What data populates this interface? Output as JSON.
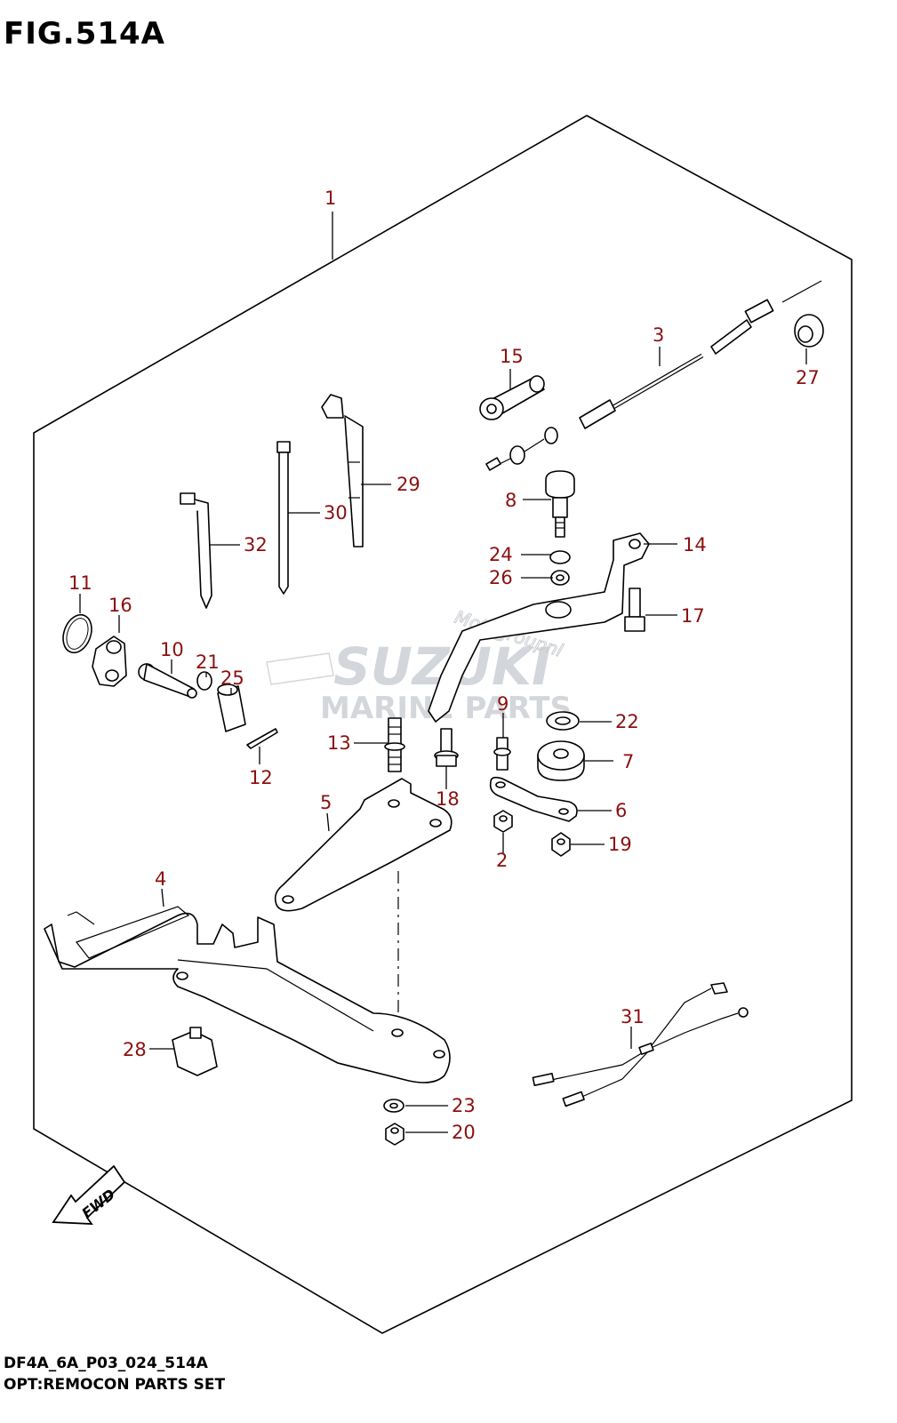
{
  "figure": {
    "title": "FIG.514A",
    "code": "DF4A_6A_P03_024_514A",
    "subtitle": "OPT:REMOCON PARTS SET"
  },
  "watermark": {
    "brand": "SUZUKI",
    "line2": "MARINE PARTS",
    "dealer": "Motogroupnl"
  },
  "direction_label": "FWD",
  "callout_color": "#8b1010",
  "callouts": [
    {
      "num": "1",
      "part": "kit-outline"
    },
    {
      "num": "2",
      "part": "nut"
    },
    {
      "num": "3",
      "part": "remote-cable"
    },
    {
      "num": "4",
      "part": "mounting-bracket"
    },
    {
      "num": "5",
      "part": "triangular-plate"
    },
    {
      "num": "6",
      "part": "link-plate"
    },
    {
      "num": "7",
      "part": "cable-grommet"
    },
    {
      "num": "8",
      "part": "shoulder-bolt"
    },
    {
      "num": "9",
      "part": "stud-bolt"
    },
    {
      "num": "10",
      "part": "pin"
    },
    {
      "num": "11",
      "part": "snap-ring"
    },
    {
      "num": "12",
      "part": "cotter-pin"
    },
    {
      "num": "13",
      "part": "stud"
    },
    {
      "num": "14",
      "part": "cable-bracket"
    },
    {
      "num": "15",
      "part": "cable-end"
    },
    {
      "num": "16",
      "part": "lever"
    },
    {
      "num": "17",
      "part": "bolt"
    },
    {
      "num": "18",
      "part": "flange-bolt"
    },
    {
      "num": "19",
      "part": "nut"
    },
    {
      "num": "20",
      "part": "nut"
    },
    {
      "num": "21",
      "part": "washer"
    },
    {
      "num": "22",
      "part": "washer"
    },
    {
      "num": "23",
      "part": "washer"
    },
    {
      "num": "24",
      "part": "lock-washer"
    },
    {
      "num": "25",
      "part": "bushing"
    },
    {
      "num": "26",
      "part": "washer"
    },
    {
      "num": "27",
      "part": "grommet"
    },
    {
      "num": "28",
      "part": "clamp"
    },
    {
      "num": "29",
      "part": "cable-tie-clip"
    },
    {
      "num": "30",
      "part": "cable-tie"
    },
    {
      "num": "31",
      "part": "wire-harness"
    },
    {
      "num": "32",
      "part": "cable-tie-clip"
    }
  ]
}
